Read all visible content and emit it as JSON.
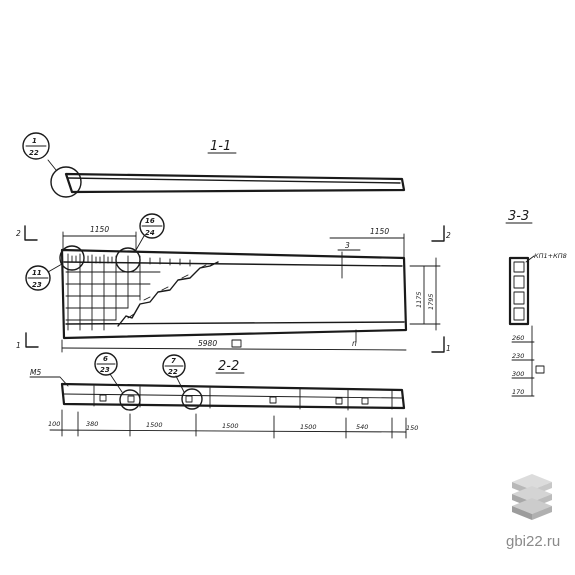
{
  "sections": {
    "s11": "1-1",
    "s22": "2-2",
    "s33": "3-3"
  },
  "cut_marks": {
    "left_top": "2",
    "left_bottom": "1",
    "right_top": "2",
    "right_bottom": "1"
  },
  "bubbles": {
    "b1": {
      "top": "1",
      "bottom": "22"
    },
    "b16": {
      "top": "16",
      "bottom": "24"
    },
    "b11": {
      "top": "11",
      "bottom": "23"
    },
    "b6": {
      "top": "6",
      "bottom": "23"
    },
    "b7": {
      "top": "7",
      "bottom": "22"
    }
  },
  "dims": {
    "top_left": "1150",
    "top_right": "1150",
    "length": "5980",
    "height_inner": "1175",
    "height_outer": "1795",
    "mark3": "3",
    "mark_n": "n",
    "bottom": [
      "100",
      "380",
      "1500",
      "1500",
      "1500",
      "540",
      "150"
    ],
    "m5": "M5"
  },
  "section33": {
    "label": "КП1+КП8",
    "dims": [
      "260",
      "230",
      "300",
      "170"
    ]
  },
  "watermark": {
    "text": "gbi22.ru"
  }
}
